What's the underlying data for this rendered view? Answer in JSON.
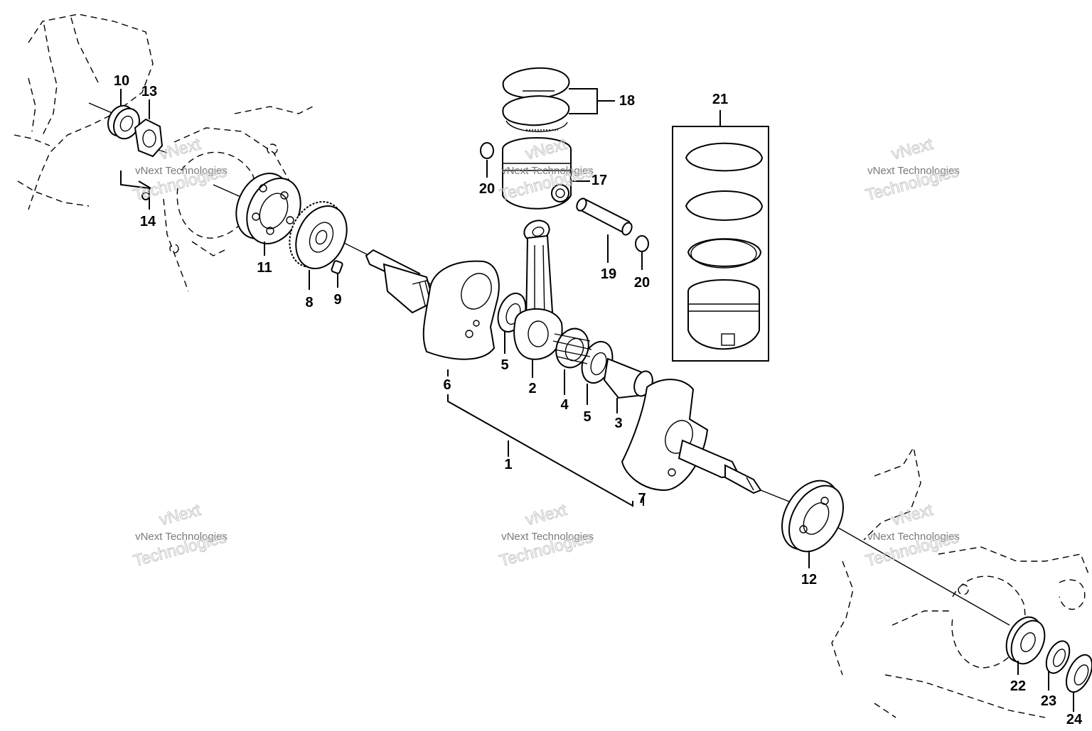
{
  "labels": [
    {
      "id": "p1",
      "text": "1"
    },
    {
      "id": "p2",
      "text": "2"
    },
    {
      "id": "p3",
      "text": "3"
    },
    {
      "id": "p4",
      "text": "4"
    },
    {
      "id": "p5a",
      "text": "5"
    },
    {
      "id": "p5b",
      "text": "5"
    },
    {
      "id": "p6",
      "text": "6"
    },
    {
      "id": "p7",
      "text": "7"
    },
    {
      "id": "p8",
      "text": "8"
    },
    {
      "id": "p9",
      "text": "9"
    },
    {
      "id": "p10",
      "text": "10"
    },
    {
      "id": "p11",
      "text": "11"
    },
    {
      "id": "p12",
      "text": "12"
    },
    {
      "id": "p13",
      "text": "13"
    },
    {
      "id": "p14",
      "text": "14"
    },
    {
      "id": "p17",
      "text": "17"
    },
    {
      "id": "p18",
      "text": "18"
    },
    {
      "id": "p19",
      "text": "19"
    },
    {
      "id": "p20a",
      "text": "20"
    },
    {
      "id": "p20b",
      "text": "20"
    },
    {
      "id": "p21",
      "text": "21"
    },
    {
      "id": "p22",
      "text": "22"
    },
    {
      "id": "p23",
      "text": "23"
    },
    {
      "id": "p24",
      "text": "24"
    }
  ],
  "watermark": {
    "line1": "vNext Technologies",
    "line2": "vNext",
    "line3": "Technologies"
  }
}
